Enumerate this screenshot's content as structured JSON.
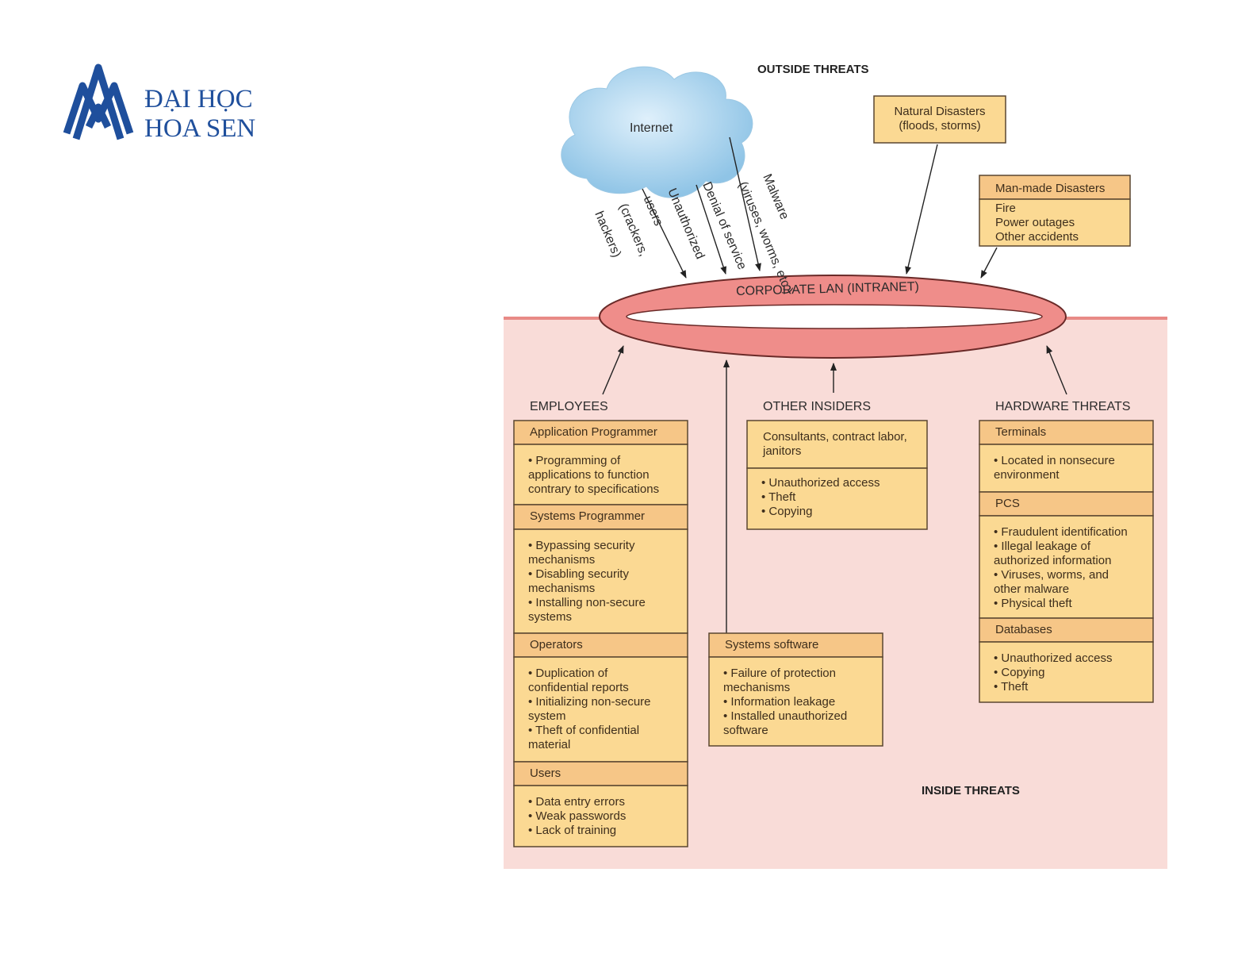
{
  "logo": {
    "line1": "ĐẠI HỌC",
    "line2": "HOA SEN",
    "color": "#1f4f9c"
  },
  "diagram": {
    "outside_title": "OUTSIDE THREATS",
    "inside_title": "INSIDE THREATS",
    "ring_label": "CORPORATE LAN (INTRANET)",
    "cloud_label": "Internet",
    "outside_arrows": [
      [
        "Unauthorized",
        "users",
        "(crackers,",
        "hackers)"
      ],
      [
        "Denial of service"
      ],
      [
        "Malware",
        "(viruses, worms, etc.)"
      ]
    ],
    "natural_disasters": [
      "Natural Disasters",
      "(floods, storms)"
    ],
    "manmade": {
      "header": "Man-made Disasters",
      "lines": [
        "Fire",
        "Power outages",
        "Other accidents"
      ]
    },
    "employees_label": "EMPLOYEES",
    "other_insiders_label": "OTHER INSIDERS",
    "hardware_label": "HARDWARE THREATS",
    "employees": [
      {
        "header": "Application Programmer",
        "lines": [
          "• Programming of",
          "  applications to function",
          "  contrary to specifications"
        ]
      },
      {
        "header": "Systems Programmer",
        "lines": [
          "• Bypassing security",
          "   mechanisms",
          "• Disabling security",
          "   mechanisms",
          "• Installing non-secure",
          "   systems"
        ]
      },
      {
        "header": "Operators",
        "lines": [
          "• Duplication of",
          "   confidential reports",
          "• Initializing non-secure",
          "   system",
          "• Theft of confidential",
          "   material"
        ]
      },
      {
        "header": "Users",
        "lines": [
          "• Data entry errors",
          "• Weak passwords",
          "• Lack of training"
        ]
      }
    ],
    "other_insiders": {
      "header": [
        "Consultants, contract labor,",
        "janitors"
      ],
      "lines": [
        "• Unauthorized access",
        "• Theft",
        "• Copying"
      ]
    },
    "systems_software": {
      "header": "Systems software",
      "lines": [
        "• Failure of protection",
        "   mechanisms",
        "• Information leakage",
        "• Installed unauthorized",
        "   software"
      ]
    },
    "hardware": [
      {
        "header": "Terminals",
        "lines": [
          "• Located in nonsecure",
          "   environment"
        ]
      },
      {
        "header": "PCS",
        "lines": [
          "• Fraudulent identification",
          "• Illegal leakage of",
          "   authorized information",
          "• Viruses, worms, and",
          "   other malware",
          "• Physical theft"
        ]
      },
      {
        "header": "Databases",
        "lines": [
          "• Unauthorized access",
          "• Copying",
          "• Theft"
        ]
      }
    ]
  },
  "colors": {
    "inside_bg": "#f9dcd8",
    "inside_line": "#e88a86",
    "ring": "#ef8d8a",
    "box_body": "#fbd993",
    "box_header": "#f6c687",
    "cloud": "#a9d4ee"
  }
}
